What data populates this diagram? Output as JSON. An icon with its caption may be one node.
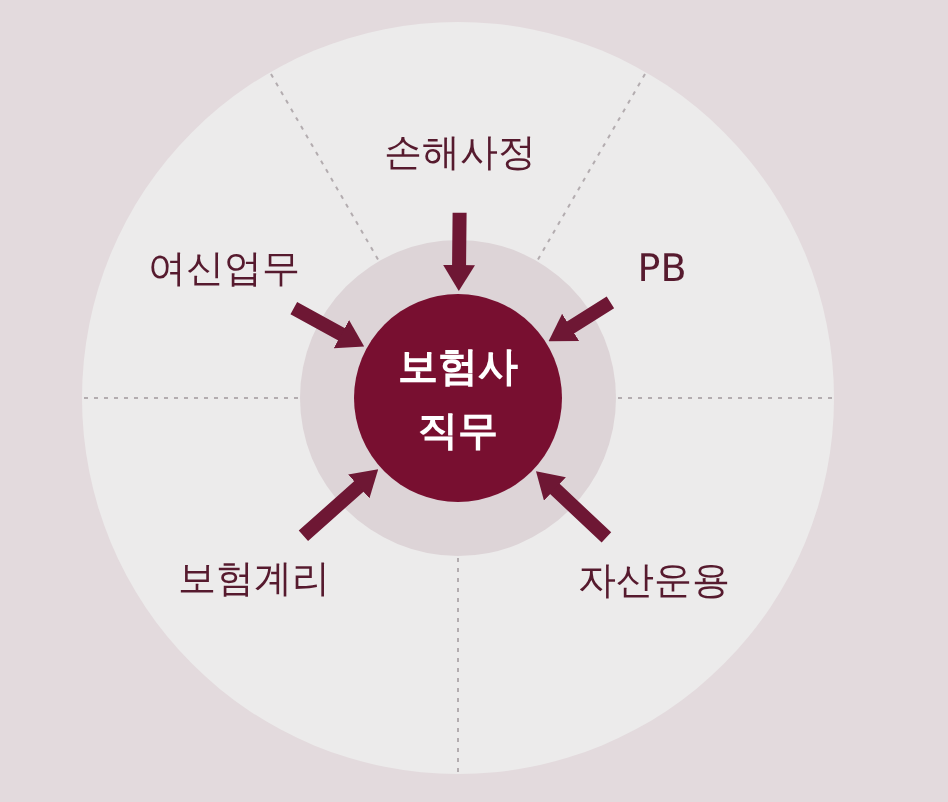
{
  "diagram": {
    "nodes": [
      {
        "text": [],
        "shape": "circle"
      },
      {
        "text": [
          "손해사정"
        ],
        "in": 0
      },
      {
        "text": [
          "여신업무"
        ],
        "in": 0
      },
      {
        "text": [
          "PB"
        ],
        "in": 0
      },
      {
        "text": [],
        "shape": "circle",
        "in": 0
      },
      {
        "text": [
          "보험사 직무"
        ],
        "in": 4
      },
      {
        "text": [
          "보험계리"
        ],
        "in": 0
      },
      {
        "text": [
          "자산운용"
        ],
        "in": 0
      }
    ],
    "edges": [
      {
        "from": 1,
        "to": 5,
        "arrow": "to"
      },
      {
        "from": 2,
        "to": 5,
        "arrow": "to"
      },
      {
        "from": 3,
        "to": 5,
        "arrow": "to"
      },
      {
        "from": 6,
        "to": 5,
        "arrow": "to"
      },
      {
        "from": 7,
        "to": 5,
        "arrow": "to"
      }
    ]
  }
}
